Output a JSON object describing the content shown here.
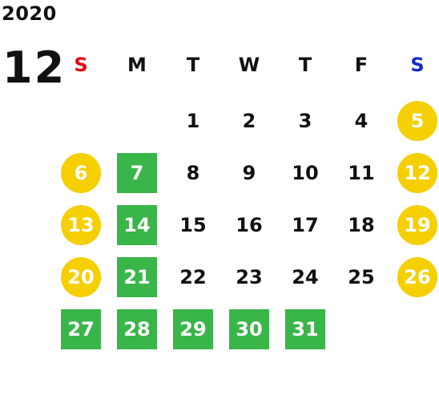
{
  "calendar": {
    "year": "2020",
    "month": "12",
    "colors": {
      "sunday": "#e60012",
      "saturday": "#1428c8",
      "weekend_circle": "#f5cf00",
      "highlight_square": "#3ab54a",
      "text": "#111111"
    },
    "weekdays": [
      {
        "label": "S",
        "kind": "sunday"
      },
      {
        "label": "M",
        "kind": "weekday"
      },
      {
        "label": "T",
        "kind": "weekday"
      },
      {
        "label": "W",
        "kind": "weekday"
      },
      {
        "label": "T",
        "kind": "weekday"
      },
      {
        "label": "F",
        "kind": "weekday"
      },
      {
        "label": "S",
        "kind": "saturday"
      }
    ],
    "weeks": [
      [
        null,
        null,
        {
          "day": "1",
          "style": "plain"
        },
        {
          "day": "2",
          "style": "plain"
        },
        {
          "day": "3",
          "style": "plain"
        },
        {
          "day": "4",
          "style": "plain"
        },
        {
          "day": "5",
          "style": "yellow"
        }
      ],
      [
        {
          "day": "6",
          "style": "yellow"
        },
        {
          "day": "7",
          "style": "green"
        },
        {
          "day": "8",
          "style": "plain"
        },
        {
          "day": "9",
          "style": "plain"
        },
        {
          "day": "10",
          "style": "plain"
        },
        {
          "day": "11",
          "style": "plain"
        },
        {
          "day": "12",
          "style": "yellow"
        }
      ],
      [
        {
          "day": "13",
          "style": "yellow"
        },
        {
          "day": "14",
          "style": "green"
        },
        {
          "day": "15",
          "style": "plain"
        },
        {
          "day": "16",
          "style": "plain"
        },
        {
          "day": "17",
          "style": "plain"
        },
        {
          "day": "18",
          "style": "plain"
        },
        {
          "day": "19",
          "style": "yellow"
        }
      ],
      [
        {
          "day": "20",
          "style": "yellow"
        },
        {
          "day": "21",
          "style": "green"
        },
        {
          "day": "22",
          "style": "plain"
        },
        {
          "day": "23",
          "style": "plain"
        },
        {
          "day": "24",
          "style": "plain"
        },
        {
          "day": "25",
          "style": "plain"
        },
        {
          "day": "26",
          "style": "yellow"
        }
      ],
      [
        {
          "day": "27",
          "style": "green"
        },
        {
          "day": "28",
          "style": "green"
        },
        {
          "day": "29",
          "style": "green"
        },
        {
          "day": "30",
          "style": "green"
        },
        {
          "day": "31",
          "style": "green"
        },
        null,
        null
      ]
    ]
  }
}
